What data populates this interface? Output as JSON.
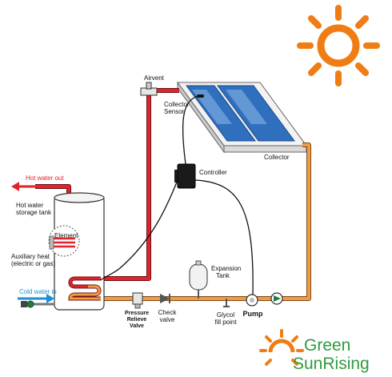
{
  "brand": {
    "line1": "Green",
    "line2": "SunRising",
    "sun_color": "#f07d13",
    "text_color": "#2e9b3e"
  },
  "colors": {
    "hot_pipe": "#e0242b",
    "warm_pipe": "#f29a44",
    "cold_arrow": "#1d8fd6",
    "hot_arrow": "#e0242b",
    "collector_glass": "#2f6fbd",
    "tank": "#ffffff"
  },
  "labels": {
    "hot_water_out": "Hot water out",
    "hot_water_tank_1": "Hot water",
    "hot_water_tank_2": "storage tank",
    "element": "Element",
    "auxiliary_1": "Auxiliary heat",
    "auxiliary_2": "(electric or gas)",
    "cold_water_in": "Cold water in",
    "airvent": "Airvent",
    "collector_sensor_1": "Collector",
    "collector_sensor_2": "Sensor",
    "controller": "Controller",
    "collector": "Collector",
    "expansion_1": "Expansion",
    "expansion_2": "Tank",
    "pressure_1": "Pressure",
    "pressure_2": "Relieve",
    "pressure_3": "Valve",
    "check_1": "Check",
    "check_2": "valve",
    "glycol_1": "Glycol",
    "glycol_2": "fill point",
    "pump": "Pump"
  }
}
